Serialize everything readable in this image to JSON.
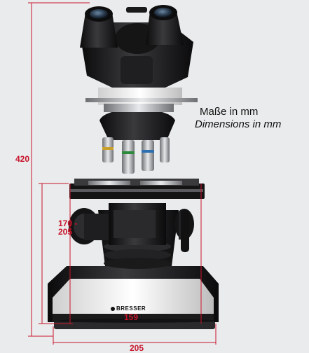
{
  "dimensions": {
    "height_total": "420",
    "height_stage": "170 -\n205",
    "width_base_front": "159",
    "width_base_total": "205"
  },
  "units": {
    "de": "Maße in mm",
    "en": "Dimensions in mm"
  },
  "brand": {
    "logo_text": "BRESSER"
  },
  "colors": {
    "dimension_line": "#c9142b",
    "background": "#e9ebec",
    "body_black": "#1d1d1f",
    "body_white": "#f1f1f1"
  }
}
